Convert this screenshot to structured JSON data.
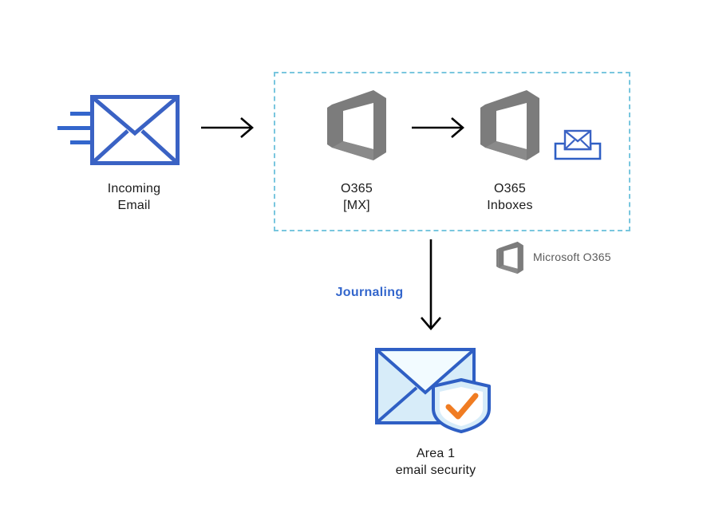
{
  "diagram": {
    "title": "O365 journaling to Area 1 email security flow",
    "colors": {
      "envelope_blue": "#3366cc",
      "envelope_blue_dark": "#2f5fc4",
      "office_grey": "#7c7c7c",
      "dashed_border": "#79c6de",
      "journaling_blue": "#3366cc",
      "arrow_black": "#000000",
      "shield_check_orange": "#f07c22",
      "envelope_fill_light": "#dcebf7",
      "legend_text_grey": "#5a5a5a",
      "label_text": "#1a1a1a",
      "background": "#ffffff"
    },
    "nodes": {
      "incoming_email": {
        "label": "Incoming\nEmail",
        "icon": "envelope-icon"
      },
      "o365_mx": {
        "label": "O365\n[MX]",
        "icon": "office365-logo-icon"
      },
      "o365_inboxes": {
        "label": "O365\nInboxes",
        "icon": "office365-logo-icon",
        "secondary_icon": "inbox-tray-envelope-icon"
      },
      "area1": {
        "label": "Area 1\nemail security",
        "icon": "email-shield-check-icon"
      }
    },
    "edges": {
      "incoming_to_mx": {
        "label": "",
        "icon": "arrow-right-icon"
      },
      "mx_to_inboxes": {
        "label": "",
        "icon": "arrow-right-icon"
      },
      "inboxes_to_area1": {
        "label": "Journaling",
        "icon": "arrow-down-icon"
      }
    },
    "legend": {
      "label": "Microsoft O365",
      "icon": "office365-logo-icon"
    },
    "zone": {
      "name": "microsoft-o365-boundary",
      "label": ""
    }
  }
}
